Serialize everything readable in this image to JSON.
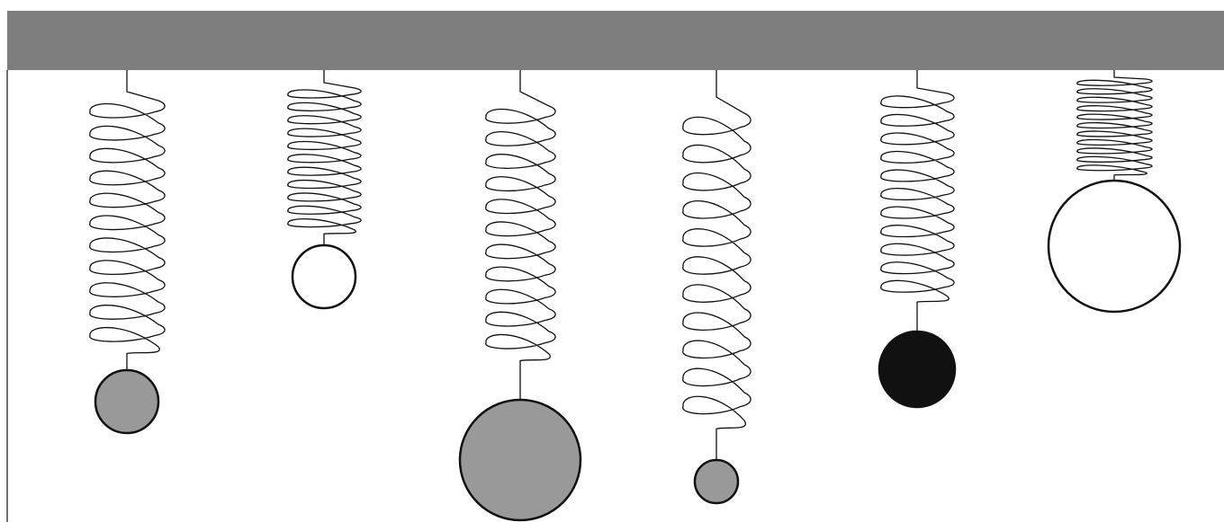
{
  "colors": {
    "ceiling": "#7e7e7f",
    "stroke": "#111111",
    "gray_fill": "#999999",
    "black_fill": "#111111",
    "white_fill": "#ffffff"
  },
  "springs": [
    {
      "id": "spring-1",
      "coils": 11,
      "mass_fill": "gray"
    },
    {
      "id": "spring-2",
      "coils": 11,
      "mass_fill": "white"
    },
    {
      "id": "spring-3",
      "coils": 11,
      "mass_fill": "gray"
    },
    {
      "id": "spring-4",
      "coils": 11,
      "mass_fill": "gray"
    },
    {
      "id": "spring-5",
      "coils": 11,
      "mass_fill": "black"
    },
    {
      "id": "spring-6",
      "coils": 11,
      "mass_fill": "white"
    }
  ]
}
